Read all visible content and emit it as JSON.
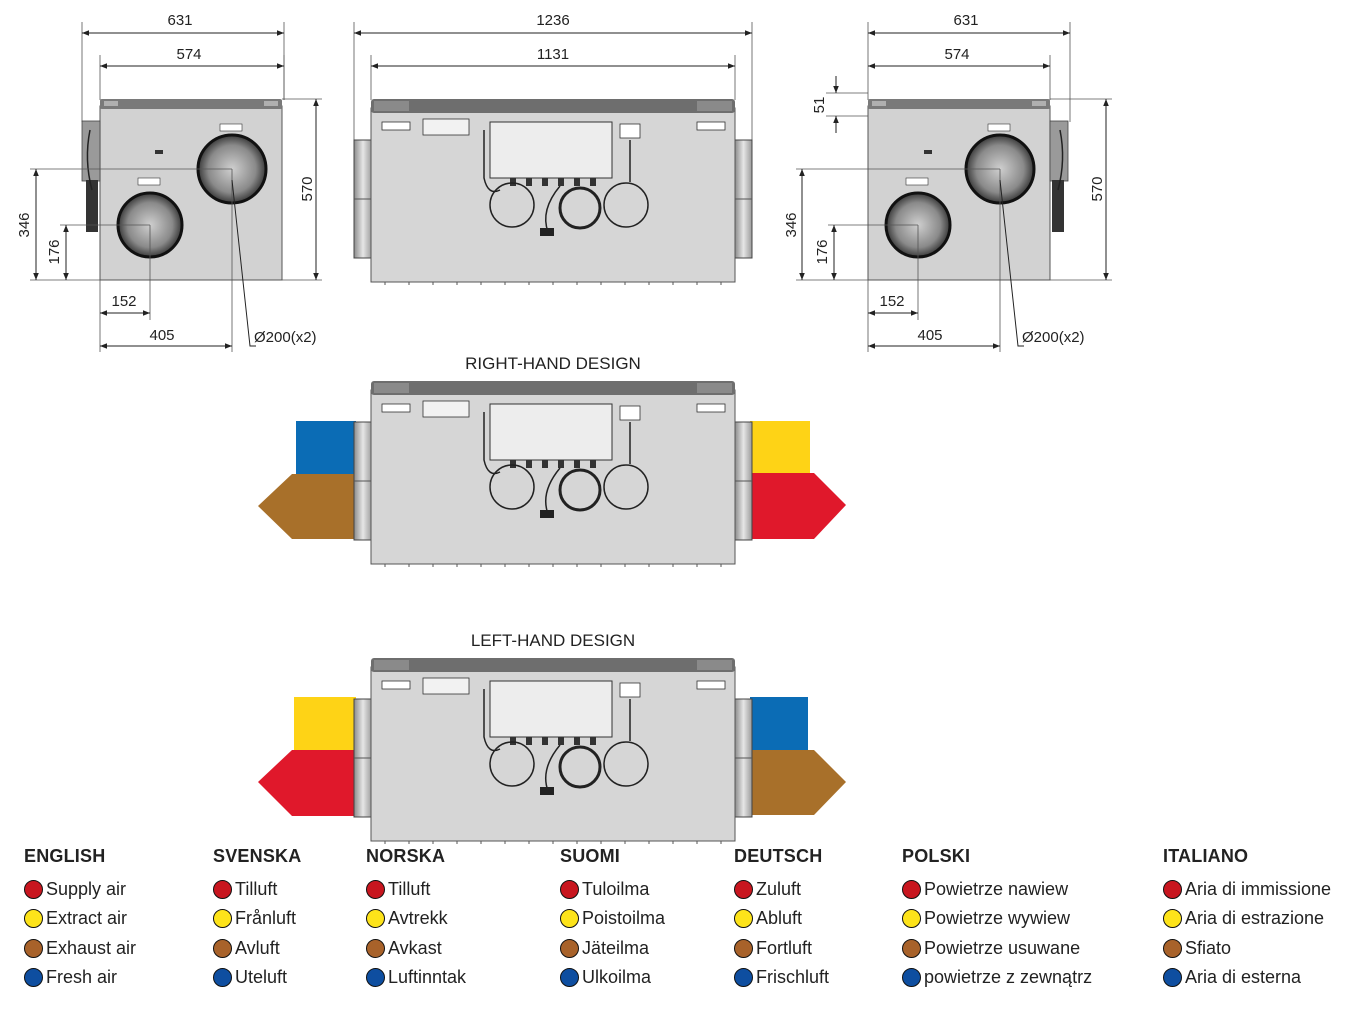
{
  "dimensions": {
    "left_view": {
      "width_total": "631",
      "width_inner": "574",
      "height_total": "570",
      "h346": "346",
      "h176": "176",
      "d152": "152",
      "d405": "405",
      "diameter": "Ø200(x2)"
    },
    "front_view": {
      "width_total": "1236",
      "width_inner": "1131"
    },
    "right_view": {
      "width_total": "631",
      "width_inner": "574",
      "height_total": "570",
      "h51": "51",
      "h346": "346",
      "h176": "176",
      "d152": "152",
      "d405": "405",
      "diameter": "Ø200(x2)"
    }
  },
  "designs": {
    "right_hand": "RIGHT-HAND DESIGN",
    "left_hand": "LEFT-HAND DESIGN"
  },
  "colors": {
    "supply": "#e0182b",
    "extract": "#fed316",
    "exhaust": "#a8702a",
    "fresh": "#0b6cb5",
    "unit_body": "#d8d8d8",
    "unit_top": "#6e6e6e"
  },
  "legend": [
    {
      "language": "ENGLISH",
      "items": [
        "Supply air",
        "Extract air",
        "Exhaust air",
        "Fresh air"
      ]
    },
    {
      "language": "SVENSKA",
      "items": [
        "Tilluft",
        "Frånluft",
        "Avluft",
        "Uteluft"
      ]
    },
    {
      "language": "NORSKA",
      "items": [
        "Tilluft",
        "Avtrekk",
        "Avkast",
        "Luftinntak"
      ]
    },
    {
      "language": "SUOMI",
      "items": [
        "Tuloilma",
        "Poistoilma",
        "Jäteilma",
        "Ulkoilma"
      ]
    },
    {
      "language": "DEUTSCH",
      "items": [
        "Zuluft",
        "Abluft",
        "Fortluft",
        "Frischluft"
      ]
    },
    {
      "language": "POLSKI",
      "items": [
        "Powietrze nawiew",
        "Powietrze wywiew",
        "Powietrze usuwane",
        "powietrze z zewnątrz"
      ]
    },
    {
      "language": "ITALIANO",
      "items": [
        "Aria di immissione",
        "Aria di estrazione",
        "Sfiato",
        "Aria di esterna"
      ]
    }
  ],
  "legend_dot_colors": [
    "#c8161f",
    "#fde31a",
    "#a8622a",
    "#0e4ea0"
  ]
}
